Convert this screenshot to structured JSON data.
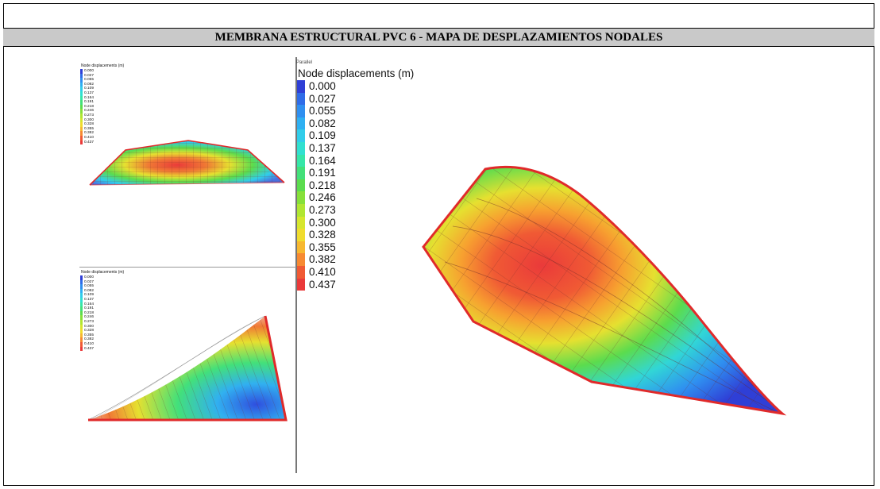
{
  "title": "MEMBRANA ESTRUCTURAL PVC 6 - MAPA DE DESPLAZAMIENTOS NODALES",
  "legend": {
    "title": "Node displacements (m)",
    "view_label": "Parallel",
    "values": [
      "0.000",
      "0.027",
      "0.055",
      "0.082",
      "0.109",
      "0.137",
      "0.164",
      "0.191",
      "0.218",
      "0.246",
      "0.273",
      "0.300",
      "0.328",
      "0.355",
      "0.382",
      "0.410",
      "0.437"
    ],
    "colors": [
      "#2f3fd6",
      "#2f6ce8",
      "#2f8ff0",
      "#2fb0f2",
      "#31cdea",
      "#31e0d0",
      "#36e6a8",
      "#43e07a",
      "#5bdc4e",
      "#86e03a",
      "#b0e632",
      "#d6e62e",
      "#f0dc2e",
      "#f7b830",
      "#f78a32",
      "#f05a34",
      "#ea3a3a"
    ]
  },
  "panels": {
    "top_left": {
      "name": "front-view"
    },
    "bottom_left": {
      "name": "side-view"
    },
    "right": {
      "name": "perspective-view"
    }
  }
}
